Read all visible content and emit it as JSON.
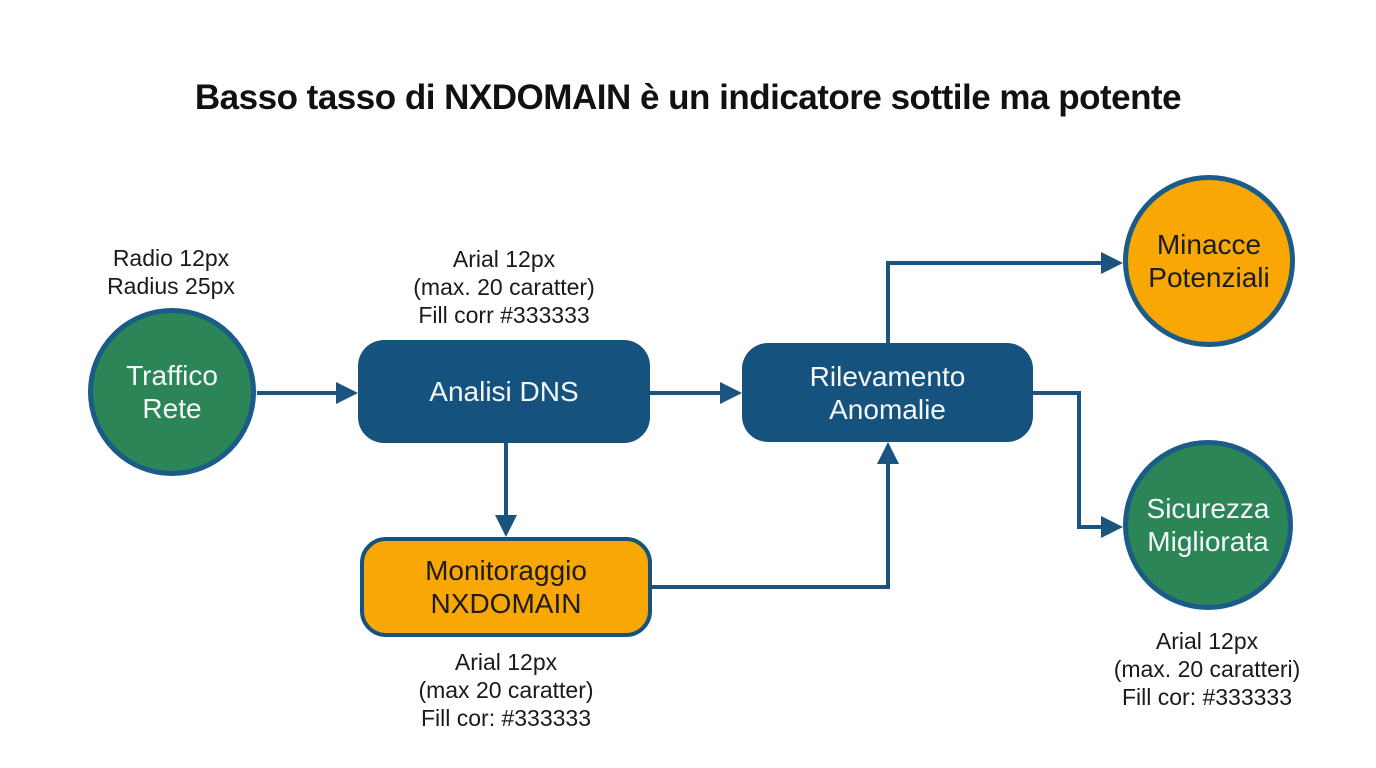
{
  "title": "Basso tasso di NXDOMAIN è un indicatore sottile ma potente",
  "nodes": {
    "traffico_rete": {
      "label": "Traffico\nRete",
      "shape": "circle",
      "fill": "#2b8556"
    },
    "analisi_dns": {
      "label": "Analisi DNS",
      "shape": "rounded-rect",
      "fill": "#15537e"
    },
    "rilevamento_anomalie": {
      "label": "Rilevamento\nAnomalie",
      "shape": "rounded-rect",
      "fill": "#15537e"
    },
    "monitoraggio_nxdomain": {
      "label": "Monitoraggio\nNXDOMAIN",
      "shape": "rounded-rect",
      "fill": "#f8a705"
    },
    "minacce_potenziali": {
      "label": "Minacce\nPotenziali",
      "shape": "circle",
      "fill": "#f8a705"
    },
    "sicurezza_migliorata": {
      "label": "Sicurezza\nMigliorata",
      "shape": "circle",
      "fill": "#2b8556"
    }
  },
  "annotations": {
    "traffico_rete": "Radio 12px\nRadius 25px",
    "analisi_dns": "Arial 12px\n(max. 20 caratter)\nFill corr #333333",
    "monitoraggio_nxdomain": "Arial 12px\n(max 20 caratter)\nFill cor: #333333",
    "sicurezza_migliorata": "Arial 12px\n(max. 20 caratteri)\nFill cor: #333333"
  },
  "edges": [
    {
      "from": "traffico_rete",
      "to": "analisi_dns"
    },
    {
      "from": "analisi_dns",
      "to": "rilevamento_anomalie"
    },
    {
      "from": "analisi_dns",
      "to": "monitoraggio_nxdomain"
    },
    {
      "from": "monitoraggio_nxdomain",
      "to": "rilevamento_anomalie"
    },
    {
      "from": "rilevamento_anomalie",
      "to": "minacce_potenziali"
    },
    {
      "from": "rilevamento_anomalie",
      "to": "sicurezza_migliorata"
    }
  ],
  "colors": {
    "node_blue": "#15537e",
    "node_green": "#2b8556",
    "node_orange": "#f8a705",
    "border_blue": "#1a5b88",
    "arrow_blue": "#1a547f",
    "annotation_text": "#1a1a1a",
    "light_text": "#f4f7f9",
    "dark_text": "#1c1c1c"
  }
}
